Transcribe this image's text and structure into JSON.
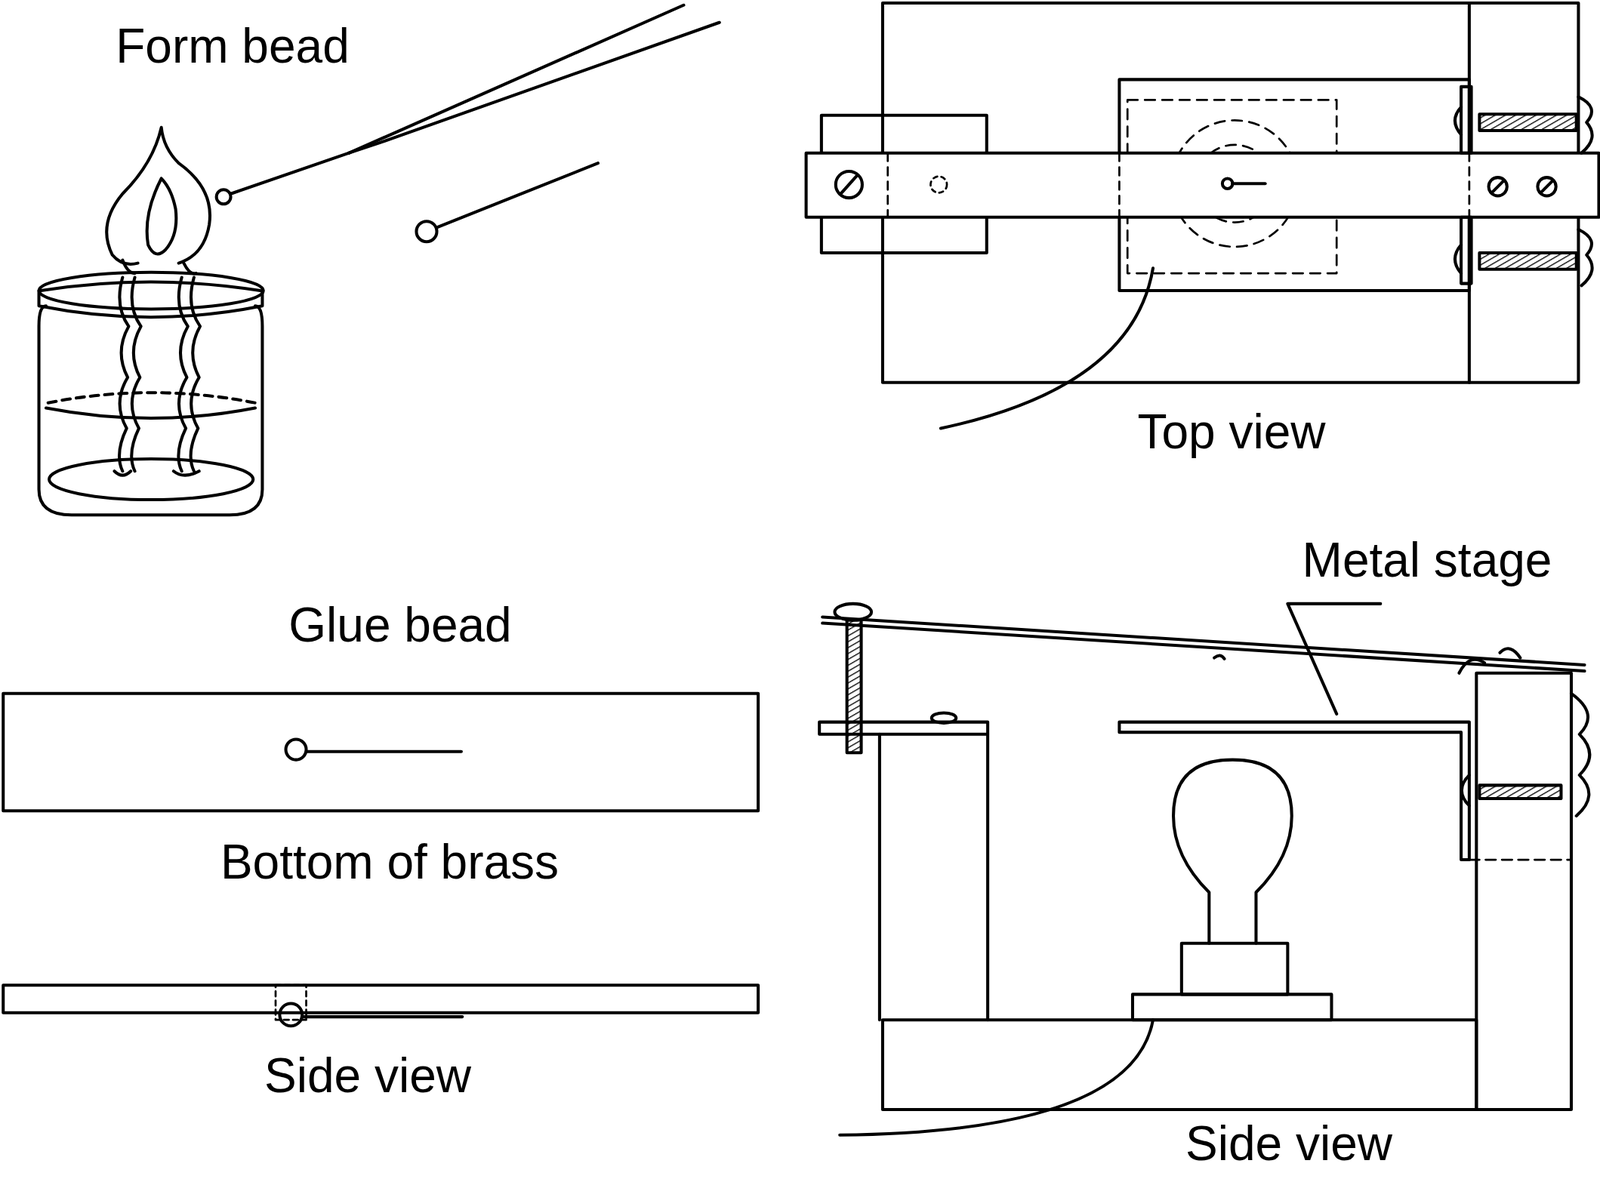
{
  "diagram": {
    "labels": [
      "Form bead",
      "Top view",
      "Glue bead",
      "Bottom of brass",
      "Side view",
      "Metal stage",
      "Side view"
    ]
  }
}
